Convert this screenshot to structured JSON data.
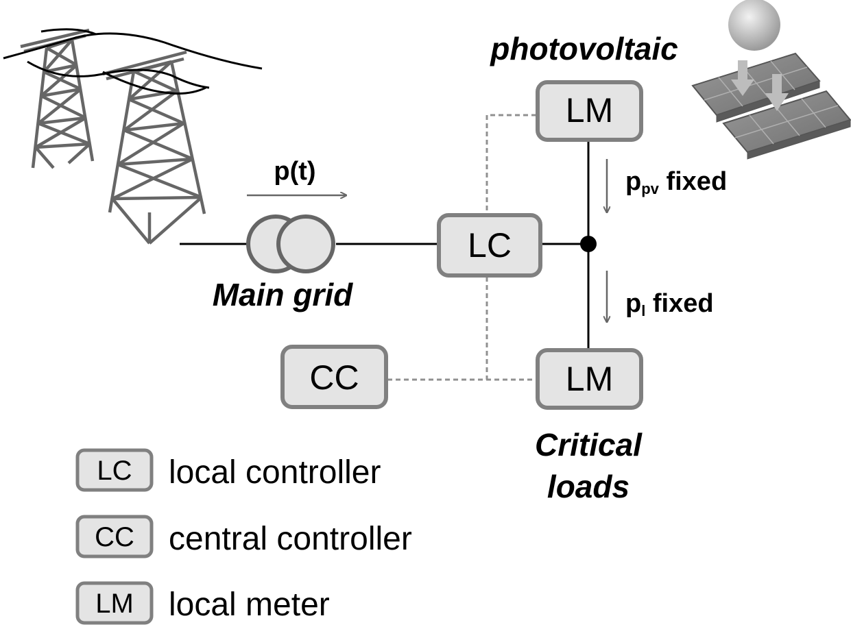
{
  "diagram": {
    "labels": {
      "photovoltaic": "photovoltaic",
      "main_grid": "Main grid",
      "critical_loads_line1": "Critical",
      "critical_loads_line2": "loads",
      "power_flow": "p(t)",
      "ppv_main": "p",
      "ppv_sub": "pv",
      "ppv_suffix": " fixed",
      "pl_main": "p",
      "pl_sub": "l",
      "pl_suffix": " fixed"
    },
    "nodes": {
      "lm_top": "LM",
      "lc_center": "LC",
      "cc_left": "CC",
      "lm_bottom": "LM"
    },
    "legend": [
      {
        "abbr": "LC",
        "text": "local controller"
      },
      {
        "abbr": "CC",
        "text": "central controller"
      },
      {
        "abbr": "LM",
        "text": "local meter"
      }
    ],
    "colors": {
      "box_fill": "#e4e4e4",
      "box_stroke": "#808080",
      "tower": "#666666",
      "line": "#000000",
      "dashed": "#909090"
    }
  }
}
